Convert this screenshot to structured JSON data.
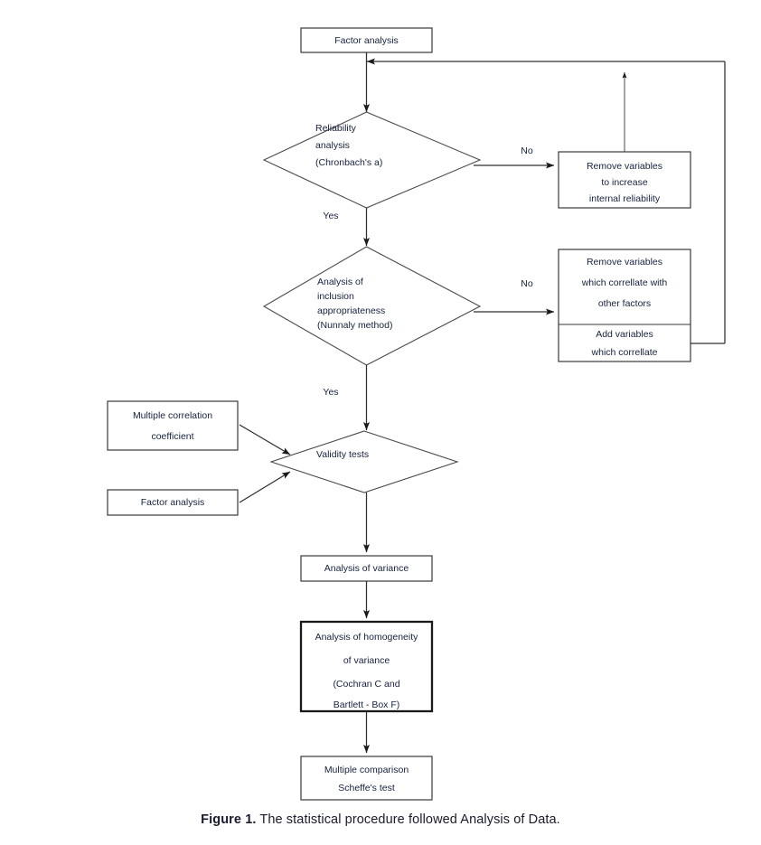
{
  "figure": {
    "caption_label": "Figure 1.",
    "caption_text": " The statistical procedure followed Analysis of Data."
  },
  "nodes": {
    "factor_analysis_top": {
      "label": "Factor analysis"
    },
    "reliability_diamond": {
      "line1": "Reliability",
      "line2": "analysis",
      "line3": "(Chronbach's a)"
    },
    "remove_internal_reliability": {
      "line1": "Remove variables",
      "line2": "to increase",
      "line3": "internal reliability"
    },
    "inclusion_diamond": {
      "line1": "Analysis of",
      "line2": "inclusion",
      "line3": "appropriateness",
      "line4": "(Nunnaly method)"
    },
    "remove_correlating": {
      "line1": "Remove variables",
      "line2": "which correllate with",
      "line3": "other factors"
    },
    "add_correlating": {
      "line1": "Add variables",
      "line2": "which correllate"
    },
    "multiple_correlation": {
      "line1": "Multiple correlation",
      "line2": "coefficient"
    },
    "factor_analysis_left": {
      "label": "Factor analysis"
    },
    "validity_diamond": {
      "label": "Validity tests"
    },
    "analysis_of_variance": {
      "label": "Analysis of variance"
    },
    "homogeneity_box": {
      "line1": "Analysis of homogeneity",
      "line2": "of variance",
      "line3": "(Cochran C and",
      "line4": "Bartlett - Box F)"
    },
    "multiple_comparison": {
      "line1": "Multiple comparison",
      "line2": "Scheffe's test"
    }
  },
  "edges": {
    "no_reliability": "No",
    "yes_reliability": "Yes",
    "no_inclusion": "No",
    "yes_inclusion": "Yes"
  },
  "colors": {
    "stroke": "#3a3a3a",
    "text": "#16213e",
    "background": "#ffffff",
    "bold_stroke": "#1a1a1a"
  }
}
